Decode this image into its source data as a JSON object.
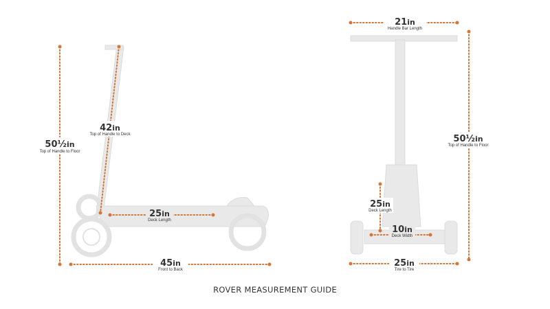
{
  "accent_color": "#d2763a",
  "side_view": {
    "total_height": {
      "value": "50",
      "fraction": "½",
      "unit": "in",
      "label": "Top of Handle to Floor"
    },
    "handle_to_deck": {
      "value": "42",
      "unit": "in",
      "label": "Top of Handle to Deck"
    },
    "deck_length": {
      "value": "25",
      "unit": "in",
      "label": "Deck Length"
    },
    "front_to_back": {
      "value": "45",
      "unit": "in",
      "label": "Front to Back"
    }
  },
  "front_view": {
    "handle_bar": {
      "value": "21",
      "unit": "in",
      "label": "Handle Bar Length"
    },
    "total_height": {
      "value": "50",
      "fraction": "½",
      "unit": "in",
      "label": "Top of Handle to Floor"
    },
    "deck_length": {
      "value": "25",
      "unit": "in",
      "label": "Deck Length"
    },
    "deck_width": {
      "value": "10",
      "unit": "in",
      "label": "Deck Width"
    },
    "tire_to_tire": {
      "value": "25",
      "unit": "in",
      "label": "Tire to Tire"
    }
  },
  "title": "ROVER MEASUREMENT GUIDE"
}
